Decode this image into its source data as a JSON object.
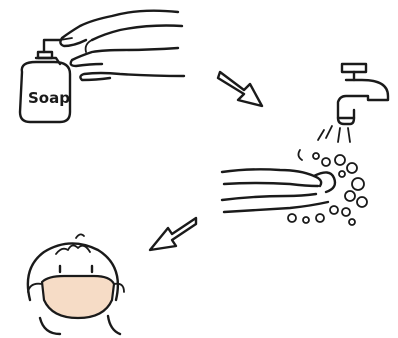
{
  "illustration": {
    "soap_label": "Soap",
    "steps": [
      "soap-and-hands",
      "faucet-washing",
      "face-mask"
    ],
    "colors": {
      "ink": "#1a1a1a",
      "mask": "#f6dcc6",
      "background": "#ffffff"
    }
  }
}
